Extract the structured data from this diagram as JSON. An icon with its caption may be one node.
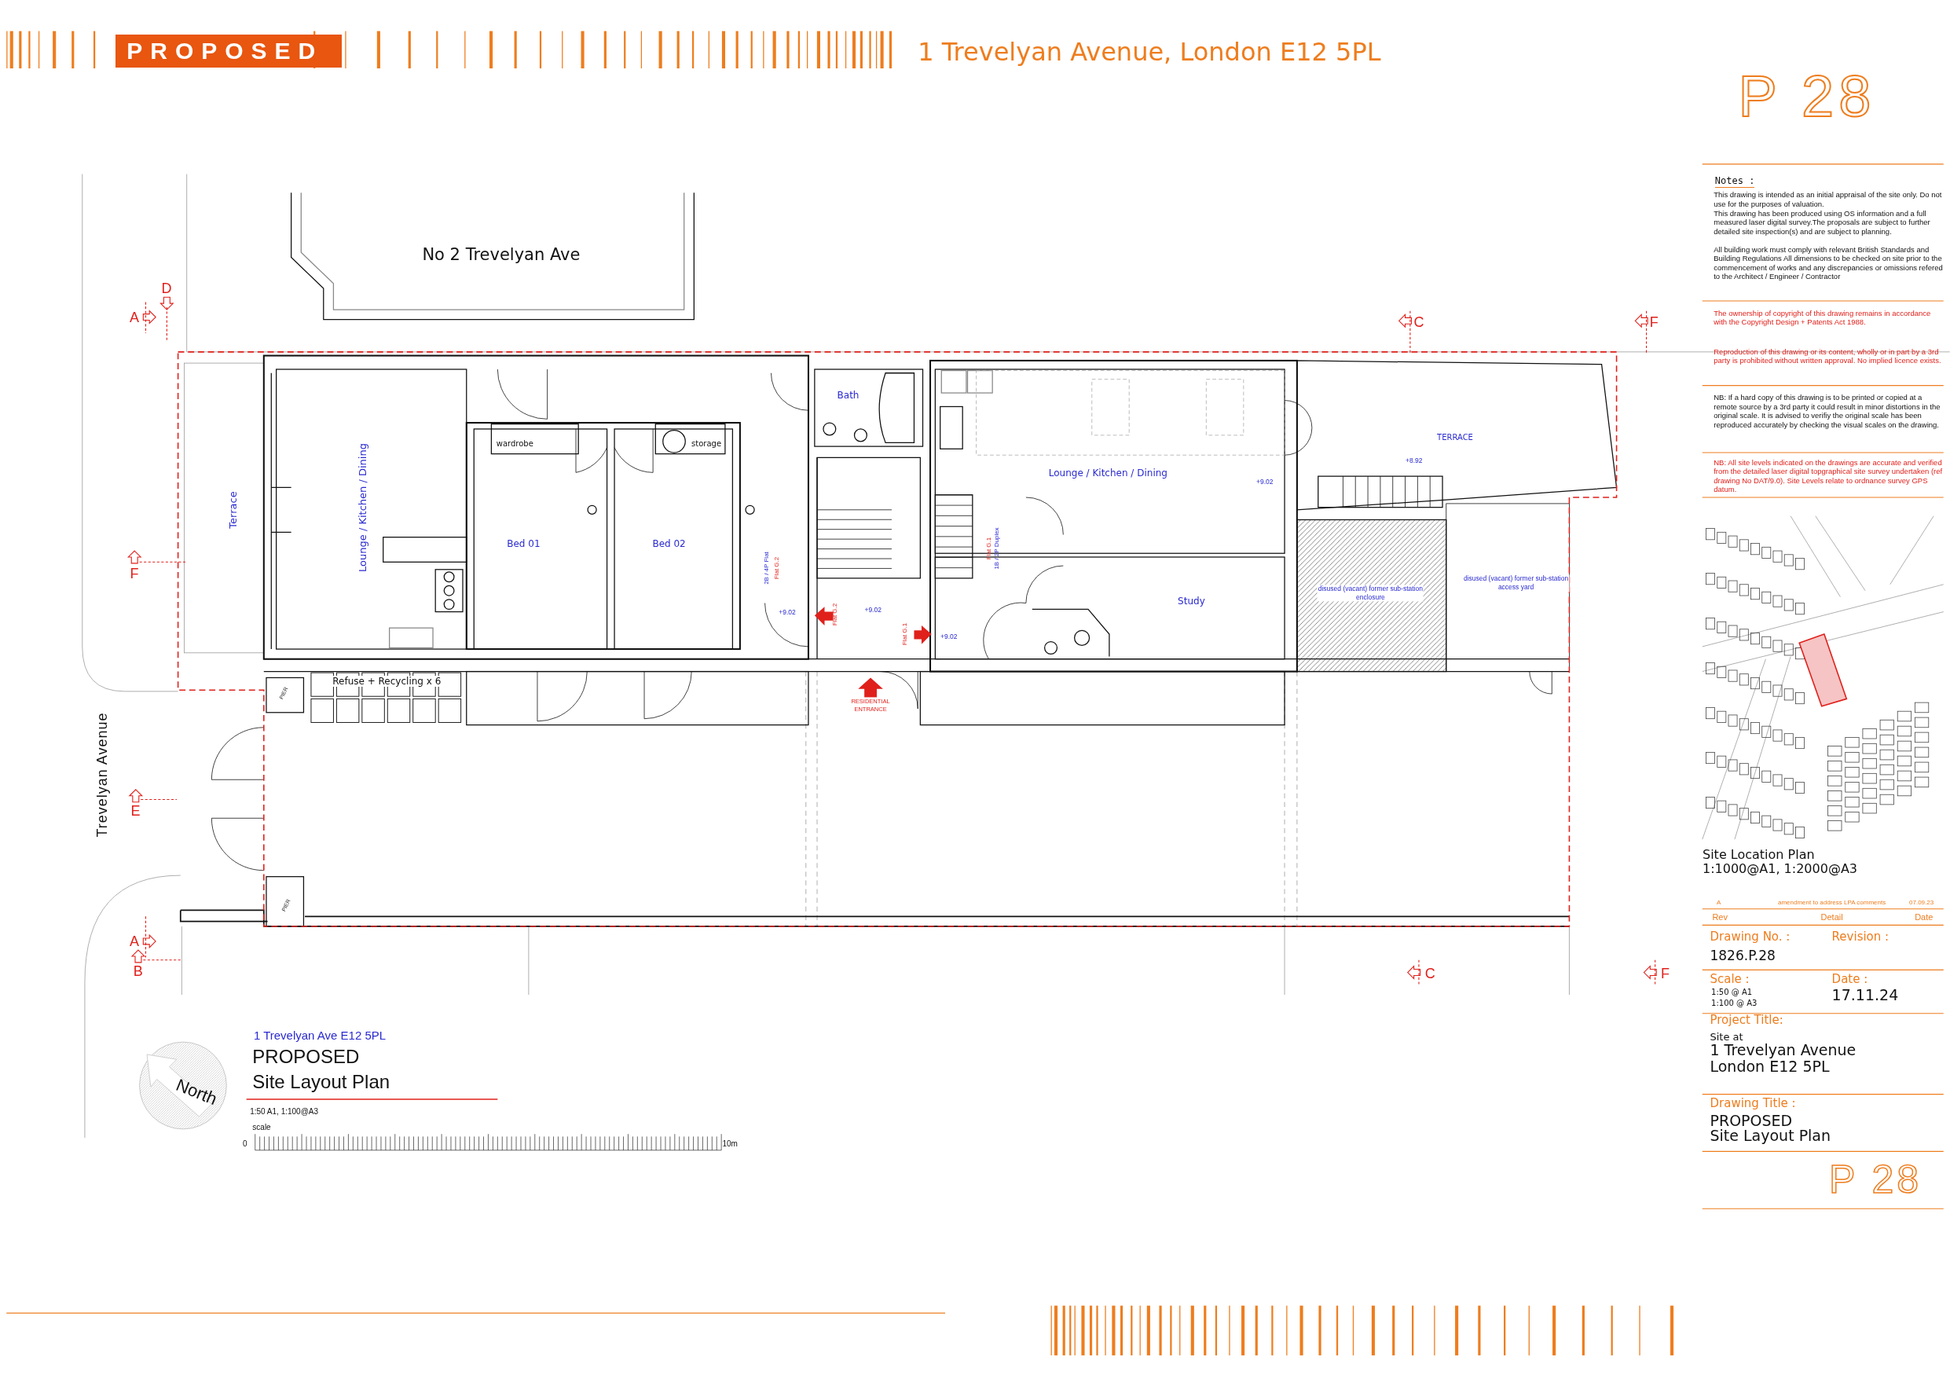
{
  "diagram": {
    "title": "1 Trevelyan Avenue, London E12 5PL",
    "labels": [
      "PROPOSED",
      "P 28",
      "No 2 Trevelyan Ave",
      "D",
      "A",
      "C",
      "F",
      "Terrace",
      "Lounge / Kitchen / Dining",
      "wardrobe",
      "storage",
      "Bed 01",
      "Bed 02",
      "Bath",
      "Lounge / Kitchen / Dining",
      "TERRACE",
      "+8.92",
      "+9.02",
      "2B / 4P Flat",
      "Flat G.2",
      "Flat G.1",
      "1B / 2P Duplex",
      "F",
      "disused (vacant) former sub-station access yard",
      "disused (vacant) former sub-station enclosure",
      "Study",
      "+9.02",
      "Flat G.2",
      "+9.02",
      "Flat G.1",
      "+9.02",
      "Refuse + Recycling x 6",
      "PIER",
      "RESIDENTIAL ENTRANCE",
      "Trevelyan Avenue",
      "E",
      "PIER",
      "A",
      "B",
      "C",
      "F",
      "1 Trevelyan Ave E12 5PL",
      "PROPOSED",
      "Site Layout Plan",
      "North",
      "1:50 A1, 1:100@A3",
      "scale",
      "0",
      "10m",
      "Notes :",
      "This drawing is intended as an initial appraisal of the site only. Do not use for the purposes of valuation.",
      "This drawing has been produced using OS information and a full measured laser digital survey.The proposals are subject to further detailed site inspection(s) and are subject to planning.",
      "All building work must comply with relevant British Standards and Building Regulations All dimensions to be checked on site prior to the commencement of works and any discrepancies or omissions refered to the Architect / Engineer / Contractor",
      "The ownership of copyright of this drawing remains in accordance with the Copyright Design + Patents Act 1988.",
      "Reproduction of this drawing or its content, wholly or in part by a 3rd party is prohibited without written approval. No implied licence exists.",
      "NB: If a hard copy of this drawing is to be printed or copied at a remote source by a 3rd party it could result in minor distortions in the original scale. It is advised to verifiy the original scale has been reproduced accurately by checking the visual scales on the drawing.",
      "NB: All site levels indicated on the drawings are accurate and verified from the detailed laser digital topgraphical site survey undertaken (ref drawing No DAT/9.0). Site Levels relate to ordnance survey GPS datum.",
      "Site Location Plan",
      "1:1000@A1, 1:2000@A3",
      "A",
      "amendment to address LPA comments",
      "07.09.23",
      "Rev",
      "Detail",
      "Date",
      "Drawing No. :",
      "Revision :",
      "1826.P.28",
      "Scale :",
      "1:50 @ A1",
      "1:100 @ A3",
      "Date :",
      "17.11.24",
      "Project Title:",
      "Site at",
      "1 Trevelyan Avenue",
      "London E12 5PL",
      "Drawing Title :",
      "PROPOSED",
      "Site Layout Plan",
      "P 28"
    ]
  }
}
